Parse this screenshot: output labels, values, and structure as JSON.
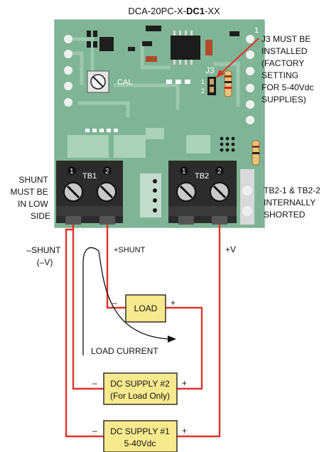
{
  "board": {
    "part_prefix": "DCA-20PC-X-",
    "part_bold": "DC1",
    "part_suffix": "-XX",
    "cal_label": "CAL",
    "j3_label": "J3",
    "j3_pin1": "1",
    "j3_pin2": "2",
    "corner_pin": "1",
    "tb1_label": "TB1",
    "tb2_label": "TB2",
    "tb1_pin1": "1",
    "tb1_pin2": "2",
    "tb2_pin1": "1",
    "tb2_pin2": "2"
  },
  "callouts": {
    "j3_lines": [
      "J3 MUST BE",
      "INSTALLED",
      "(FACTORY",
      "SETTING",
      "FOR 5-40Vdc",
      "SUPPLIES)"
    ],
    "shunt_lines": [
      "SHUNT",
      "MUST BE",
      "IN LOW",
      "SIDE"
    ],
    "tb2_lines": [
      "TB2-1 & TB2-2",
      "INTERNALLY",
      "SHORTED"
    ]
  },
  "wiring": {
    "neg_shunt_line1": "–SHUNT",
    "neg_shunt_line2": "(–V)",
    "pos_shunt": "+SHUNT",
    "pos_v": "+V",
    "load_current": "LOAD CURRENT"
  },
  "boxes": {
    "load": {
      "label": "LOAD",
      "minus": "–",
      "plus": "+"
    },
    "supply2": {
      "line1": "DC SUPPLY #2",
      "line2": "(For Load Only)",
      "minus": "–",
      "plus": "+"
    },
    "supply1": {
      "line1": "DC SUPPLY #1",
      "line2": "5-40Vdc",
      "minus": "–",
      "plus": "+"
    }
  },
  "colors": {
    "pcb": "#7fb596",
    "trace": "#9cc8ad",
    "terminal": "#2c2c2c",
    "wire": "#e0322a",
    "box_fill": "#f7e98d"
  }
}
